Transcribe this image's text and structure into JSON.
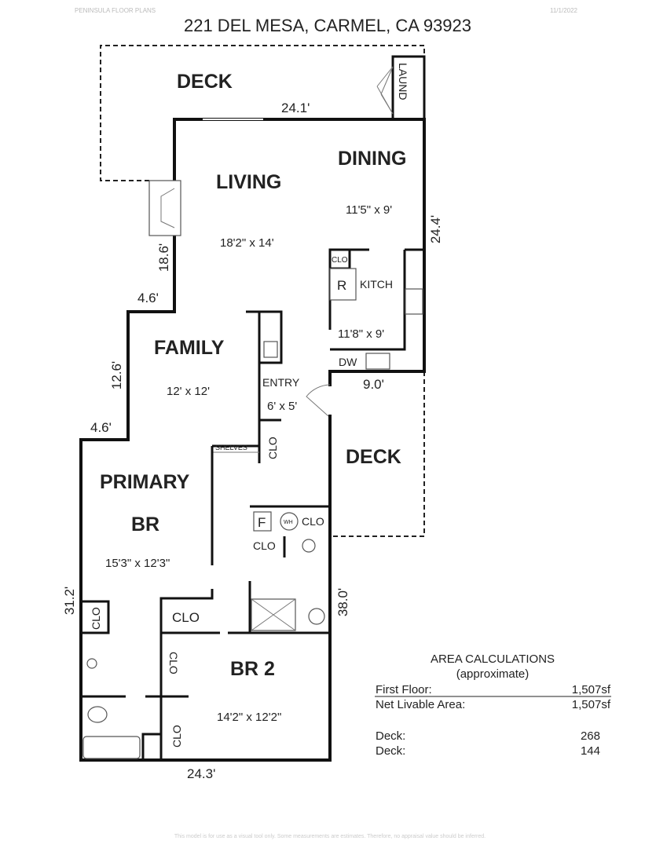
{
  "header": {
    "company": "PENINSULA FLOOR PLANS",
    "date": "11/1/2022",
    "title": "221 DEL MESA, CARMEL, CA 93923"
  },
  "rooms": {
    "deck_top": "DECK",
    "laund": "LAUND",
    "living": "LIVING",
    "living_dim": "18'2\" x 14'",
    "dining": "DINING",
    "dining_dim": "11'5\" x 9'",
    "kitch": "KITCH",
    "kitch_dim": "11'8\" x 9'",
    "refrigerator": "R",
    "dw": "DW",
    "family": "FAMILY",
    "family_dim": "12' x 12'",
    "entry": "ENTRY",
    "entry_dim": "6' x 5'",
    "shelves": "SHELVES",
    "deck_right": "DECK",
    "primary": "PRIMARY",
    "br": "BR",
    "primary_dim": "15'3\" x 12'3\"",
    "furnace": "F",
    "wh": "WH",
    "br2": "BR 2",
    "br2_dim": "14'2\" x 12'2\"",
    "clo": [
      "CLO",
      "CLO",
      "CLO",
      "CLO",
      "CLO",
      "CLO",
      "CLO",
      "CLO"
    ]
  },
  "dimensions": {
    "top": "24.1'",
    "right": "24.4'",
    "left_upper": "18.6'",
    "step_upper": "4.6'",
    "left_mid": "12.6'",
    "step_lower": "4.6'",
    "left_lower": "31.2'",
    "right_lower": "38.0'",
    "kitchen_bottom": "9.0'",
    "bottom": "24.3'"
  },
  "area_calculations": {
    "title": "AREA CALCULATIONS",
    "subtitle": "(approximate)",
    "rows": [
      {
        "label": "First Floor:",
        "value": "1,507sf"
      },
      {
        "label": "Net Livable Area:",
        "value": "1,507sf"
      },
      {
        "label": "Deck:",
        "value": "268"
      },
      {
        "label": "Deck:",
        "value": "144"
      }
    ]
  },
  "footer": "This model is for use as a visual tool only. Some measurements are estimates. Therefore, no appraisal value should be inferred."
}
